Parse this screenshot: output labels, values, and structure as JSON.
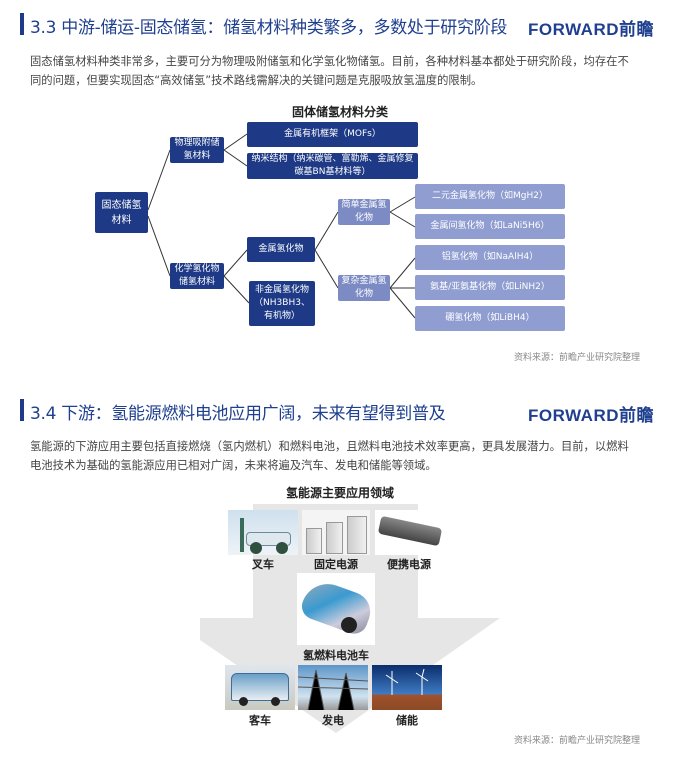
{
  "logo_text": "FORWARD前瞻",
  "section1": {
    "title": "3.3 中游-储运-固态储氢：储氢材料种类繁多，多数处于研究阶段",
    "paragraph_line1": "固态储氢材料种类非常多，主要可分为物理吸附储氢和化学氢化物储氢。目前，各种材料基本都处于研究阶段，均存在不",
    "paragraph_line2": "同的问题，但要实现固态“高效储氢”技术路线需解决的关键问题是克服吸放氢温度的限制。",
    "diagram": {
      "title": "固体储氢材料分类",
      "root": "固态储氢材料",
      "physical": "物理吸附储氢材料",
      "chemical": "化学氢化物储氢材料",
      "mofs": "金属有机框架（MOFs）",
      "nano": "纳米结构（纳米碳管、富勒烯、金属修复碳基BN基材料等）",
      "metal_hydride": "金属氢化物",
      "nonmetal_hydride": "非金属氢化物（NH3BH3、有机物）",
      "simple_metal": "简单金属氢化物",
      "complex_metal": "复杂金属氢化物",
      "binary": "二元金属氢化物（如MgH2）",
      "intermetallic": "金属间氢化物（如LaNi5H6）",
      "alanate": "铝氢化物（如NaAlH4）",
      "amide": "氨基/亚氨基化物（如LiNH2）",
      "borohydride": "硼氢化物（如LiBH4）"
    },
    "source": "资料来源：前瞻产业研究院整理"
  },
  "section2": {
    "title": "3.4 下游：氢能源燃料电池应用广阔，未来有望得到普及",
    "paragraph_line1": "氢能源的下游应用主要包括直接燃烧（氢内燃机）和燃料电池，且燃料电池技术效率更高，更具发展潜力。目前，以燃料",
    "paragraph_line2": "电池技术为基础的氢能源应用已相对广阔，未来将遍及汽车、发电和储能等领域。",
    "diagram": {
      "title": "氢能源主要应用领域",
      "forklift": "叉车",
      "fixed_power": "固定电源",
      "portable_power": "便携电源",
      "fcv": "氢燃料电池车",
      "bus": "客车",
      "power_gen": "发电",
      "storage": "储能"
    },
    "source": "资料来源：前瞻产业研究院整理"
  }
}
